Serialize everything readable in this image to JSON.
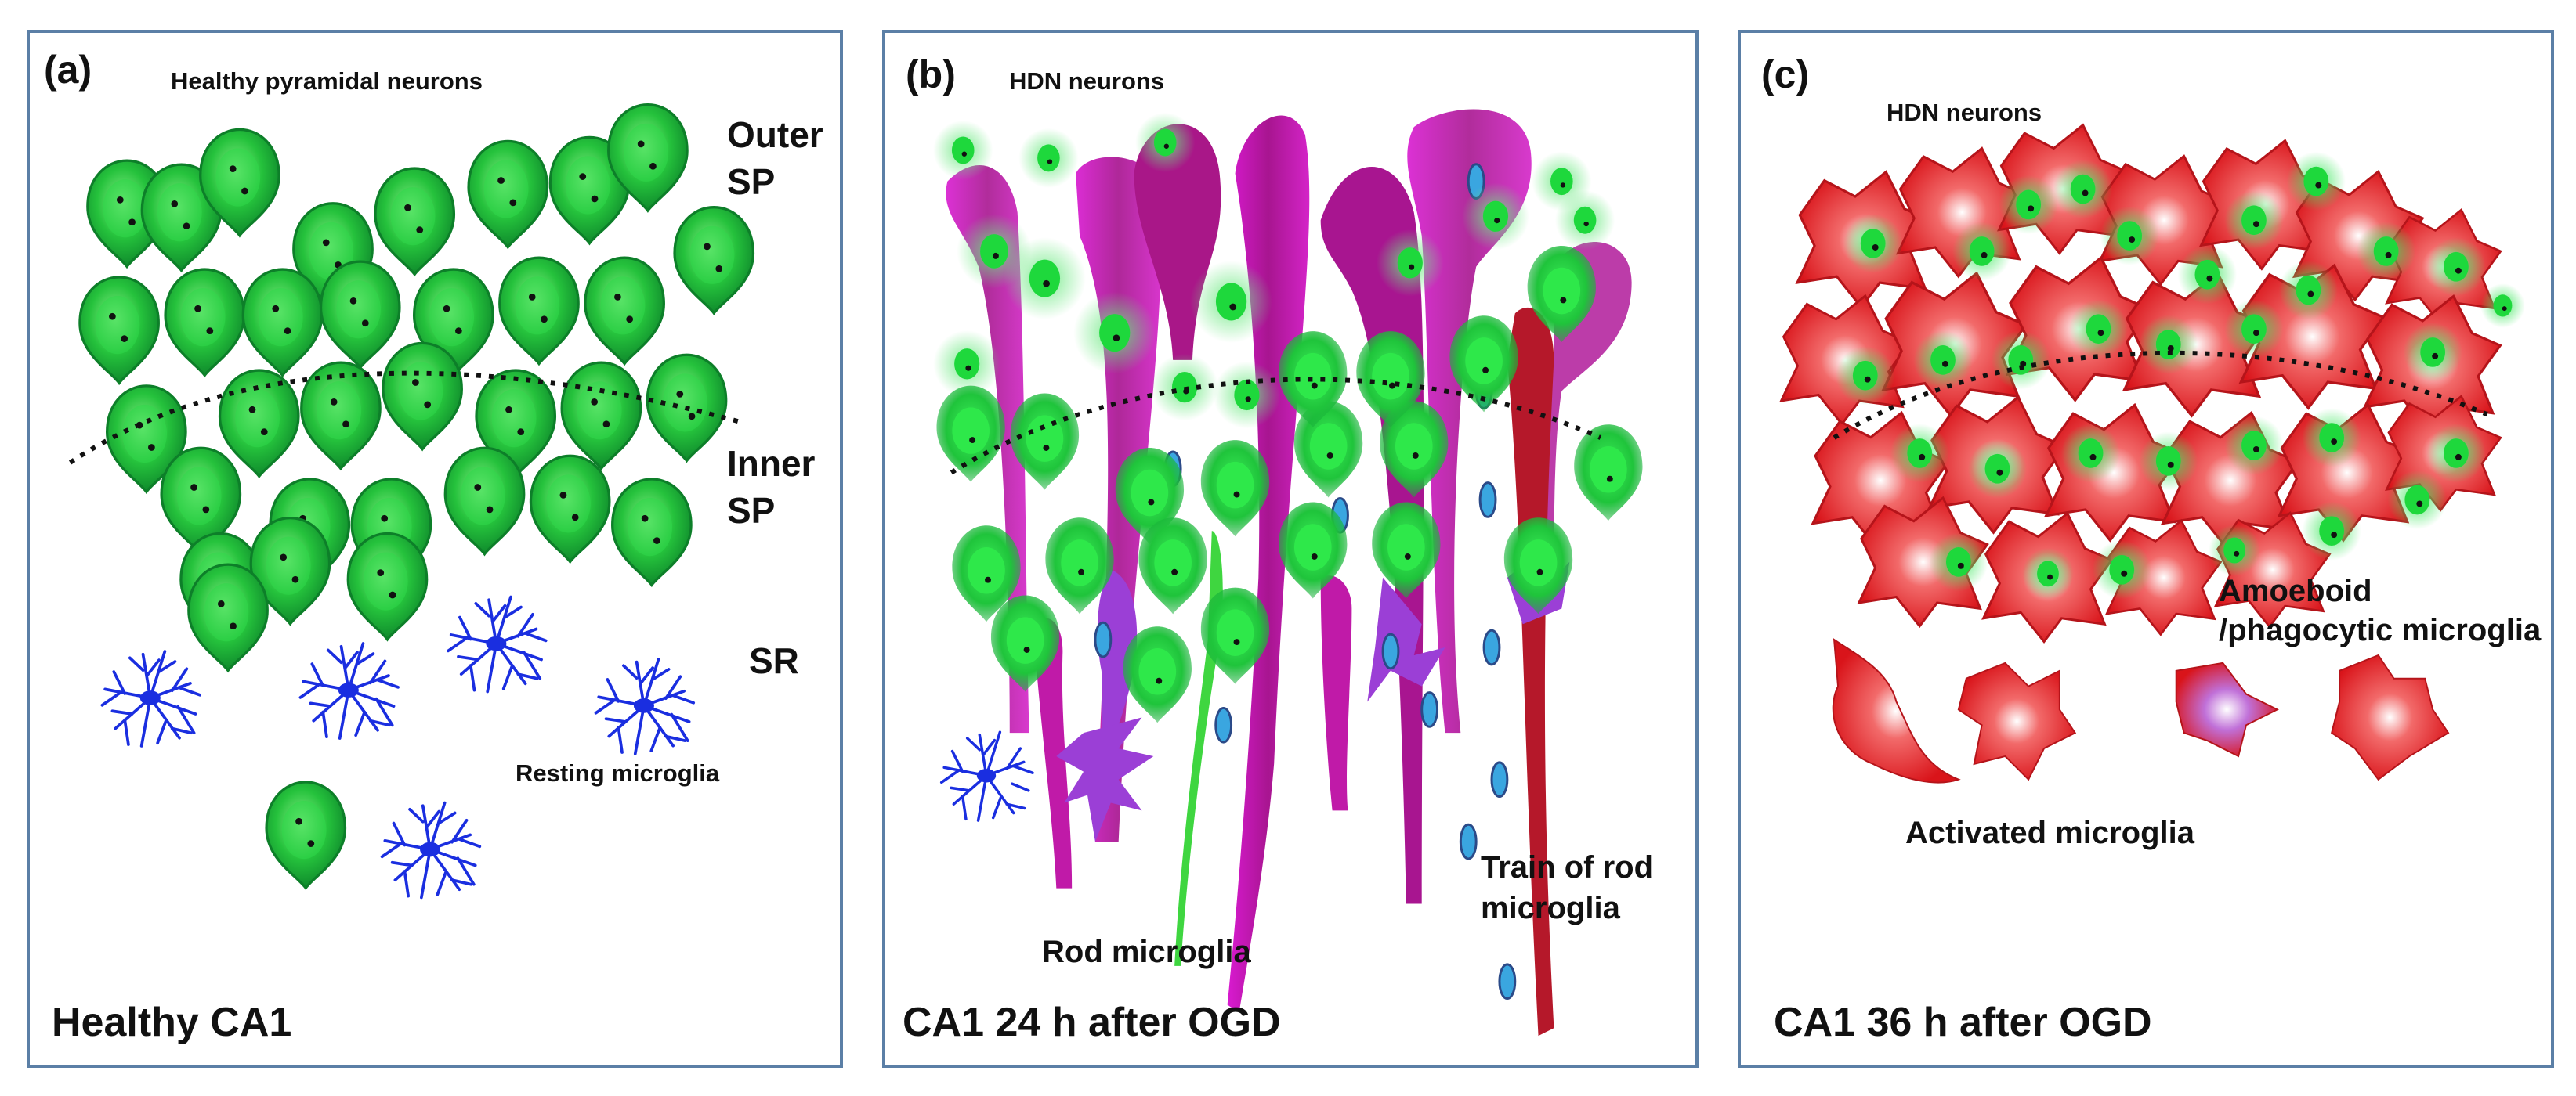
{
  "colors": {
    "frame": "#5b7fa6",
    "neuron_green": "#22c43a",
    "neuron_dark_green": "#0e8a2b",
    "resting_microglia": "#1a2ee0",
    "hdn_magenta": "#c01aa8",
    "rod_violet": "#9b3fd6",
    "activated_red": "#e0161c",
    "rod_nucleus": "#3aa6e0"
  },
  "panels": {
    "a": {
      "letter": "(a)",
      "top_label": "Healthy pyramidal neurons",
      "outer_sp_line1": "Outer",
      "outer_sp_line2": "SP",
      "inner_sp_line1": "Inner",
      "inner_sp_line2": "SP",
      "sr": "SR",
      "resting_microglia": "Resting microglia",
      "caption": "Healthy CA1"
    },
    "b": {
      "letter": "(b)",
      "top_label": "HDN neurons",
      "rod_microglia": "Rod microglia",
      "train_line1": "Train of rod",
      "train_line2": "microglia",
      "caption": "CA1 24 h after OGD"
    },
    "c": {
      "letter": "(c)",
      "top_label": "HDN neurons",
      "amoeboid_line1": "Amoeboid",
      "amoeboid_line2": "/phagocytic microglia",
      "activated": "Activated microglia",
      "caption": "CA1 36 h after OGD"
    }
  }
}
